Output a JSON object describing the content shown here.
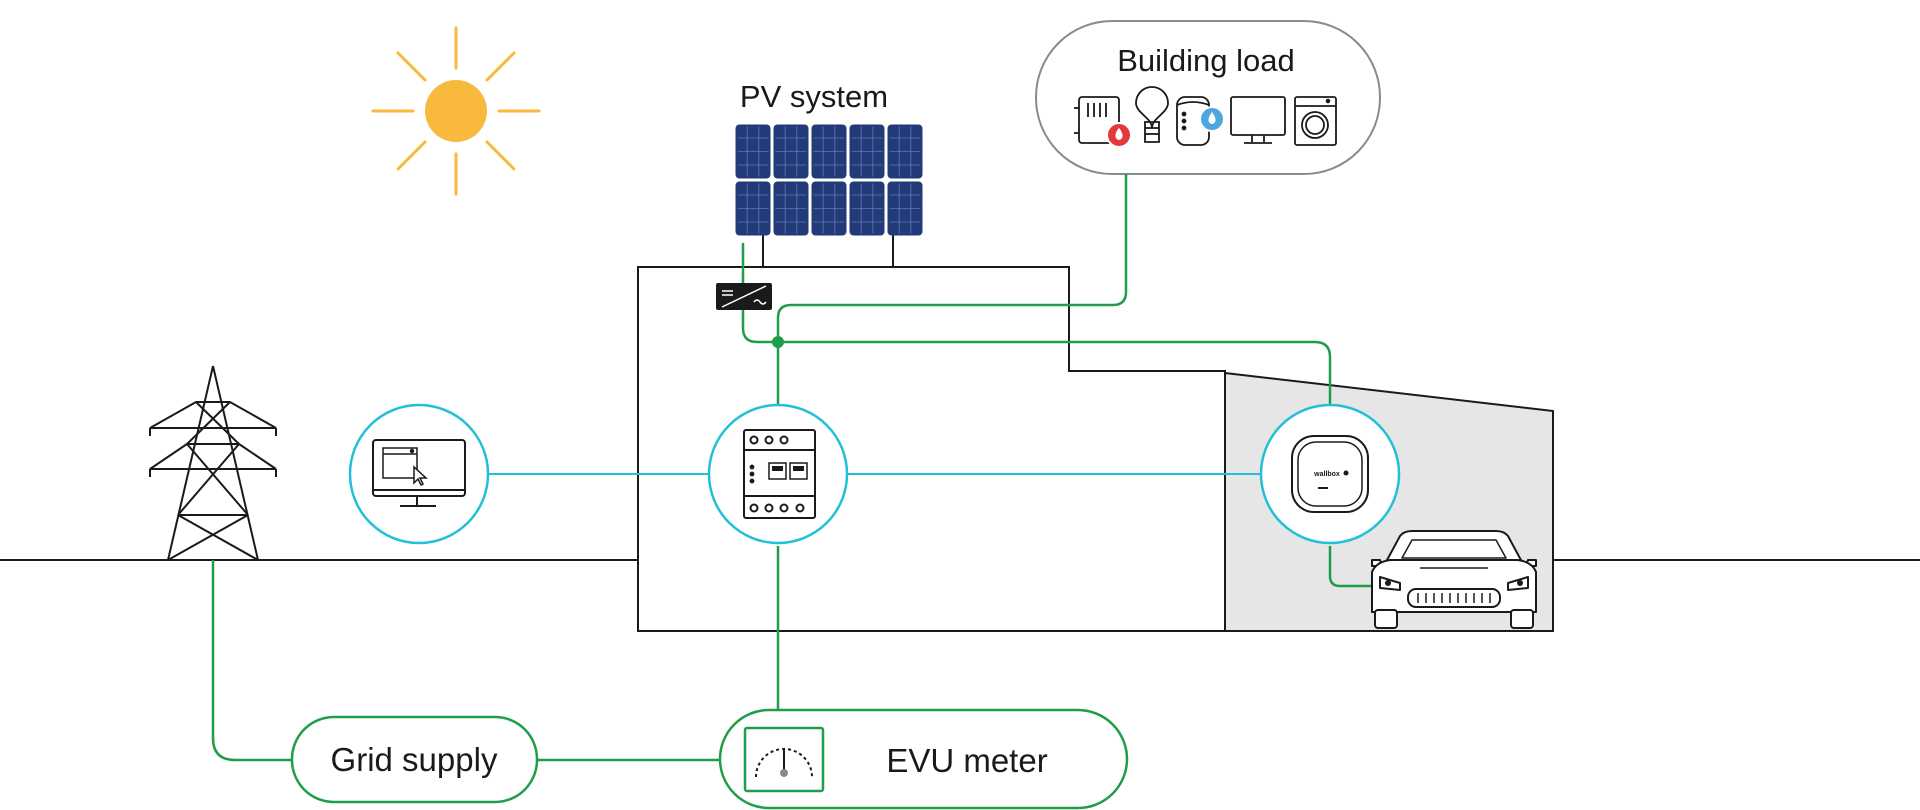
{
  "labels": {
    "pv_system": "PV system",
    "building_load": "Building load",
    "grid_supply": "Grid supply",
    "evu_meter": "EVU meter",
    "wallbox_brand": "wallbox"
  },
  "colors": {
    "green": "#1f9d4a",
    "cyan": "#22c0d8",
    "sun": "#f8b93c",
    "panel": "#223a78",
    "garage": "#e6e6e6",
    "stroke": "#1a1a1a",
    "flame": "#e5383b",
    "water": "#4ea7dc"
  },
  "icons": [
    "sun-icon",
    "solar-panel-icon",
    "inverter-icon",
    "heater-icon",
    "bulb-icon",
    "water-heater-icon",
    "tv-icon",
    "washing-machine-icon",
    "pylon-icon",
    "monitor-icon",
    "energy-meter-icon",
    "wallbox-icon",
    "car-icon",
    "gauge-icon"
  ]
}
